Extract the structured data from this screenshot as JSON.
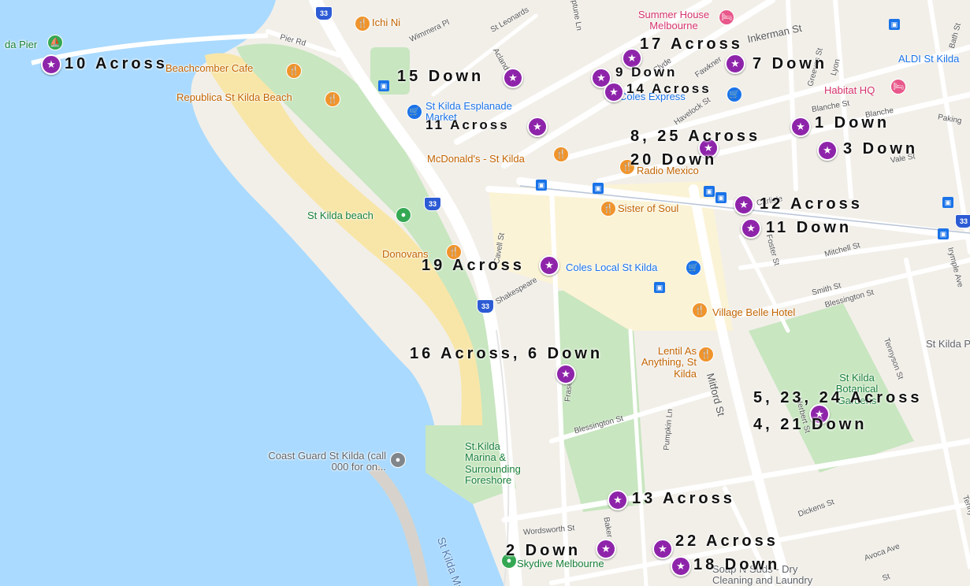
{
  "places": {
    "pier": "da Pier",
    "ichi_ni": "Ichi Ni",
    "summer_house": "Summer House Melbourne",
    "aldi": "ALDI St Kilda",
    "habitat": "Habitat HQ",
    "beachcomber": "Beachcomber Cafe",
    "republica": "Republica St Kilda Beach",
    "esplanade_market": "St Kilda Esplanade Market",
    "coles_express": "Coles Express",
    "mcdonalds": "McDonald's - St Kilda",
    "radio_mexico": "Radio Mexico",
    "sister_of_soul": "Sister of Soul",
    "st_kilda_beach": "St Kilda beach",
    "donovans": "Donovans",
    "coles_local": "Coles Local St Kilda",
    "village_belle": "Village Belle Hotel",
    "lentil": "Lentil As Anything, St Kilda",
    "botanical": "St Kilda Botanical Gardens",
    "st_kilda_pri": "St Kilda Pri",
    "coast_guard": "Coast Guard St Kilda (call 000 for on...",
    "marina": "St.Kilda Marina & Surrounding Foreshore",
    "skydive": "Skydive Melbourne",
    "soap_n_suds": "Soap N Suds - Dry Cleaning and Laundry",
    "st_kilda_marina_water": "St Kilda Mar"
  },
  "streets": {
    "pier_rd": "Pier Rd",
    "wimmera": "Wimmera Pl",
    "st_leonards": "St Leonards",
    "acland": "Acland",
    "clyde": "Clyde",
    "fawkner": "Fawkner",
    "inkerman": "Inkerman St",
    "greeves": "Greeves St",
    "lyon": "Lyon",
    "bath": "Bath St",
    "blanche": "Blanche St",
    "blanche2": "Blanche",
    "paking": "Paking",
    "hayock": "Havelock St",
    "vale": "Vale St",
    "carlisle": "Carlisle",
    "cavell": "Cavell St",
    "shakespeare": "Shakespeare",
    "foster": "Foster St",
    "mitchell": "Mitchell St",
    "smith": "Smith St",
    "blessington": "Blessington St",
    "blessington2": "Blessington St",
    "irymple": "Irymple Ave",
    "tennyson": "Tennyson St",
    "tennyson2": "Tennyson",
    "fraser": "Fraser St",
    "herbert": "Herbert St",
    "pumpkin": "Pumpkin Ln",
    "mitford": "Mitford St",
    "wordsworth": "Wordsworth St",
    "baker": "Baker",
    "dickens": "Dickens St",
    "avoca": "Avoca Ave",
    "st_kilda_st": "St",
    "neptune": "ptune Ln"
  },
  "route_shields": [
    "33",
    "33",
    "33",
    "33"
  ],
  "clues": {
    "c10a": "10 Across",
    "c15d": "15 Down",
    "c9d": "9 Down",
    "c17a": "17 Across",
    "c7d": "7 Down",
    "c14a": "14 Across",
    "c11a": "11 Across",
    "c1d": "1 Down",
    "c3d": "3 Down",
    "c8_25a": "8, 25 Across",
    "c20d": "20 Down",
    "c12a": "12 Across",
    "c11d": "11 Down",
    "c19a": "19 Across",
    "c16a_6d": "16 Across, 6 Down",
    "c5_23_24a": "5, 23, 24 Across",
    "c4_21d": "4, 21 Down",
    "c13a": "13 Across",
    "c2d": "2 Down",
    "c22a": "22 Across",
    "c18d": "18 Down"
  },
  "icons": {
    "star": "★",
    "fork": "🍴",
    "cart": "🛒",
    "bed": "🛏",
    "boat": "⛵",
    "pin": "●",
    "tram": "▣"
  },
  "colors": {
    "water": "#aadaff",
    "park": "#c8e6c0",
    "sand": "#f8e6a8",
    "land": "#f2efe9",
    "road": "#ffffff",
    "marker": "#8e24aa"
  }
}
